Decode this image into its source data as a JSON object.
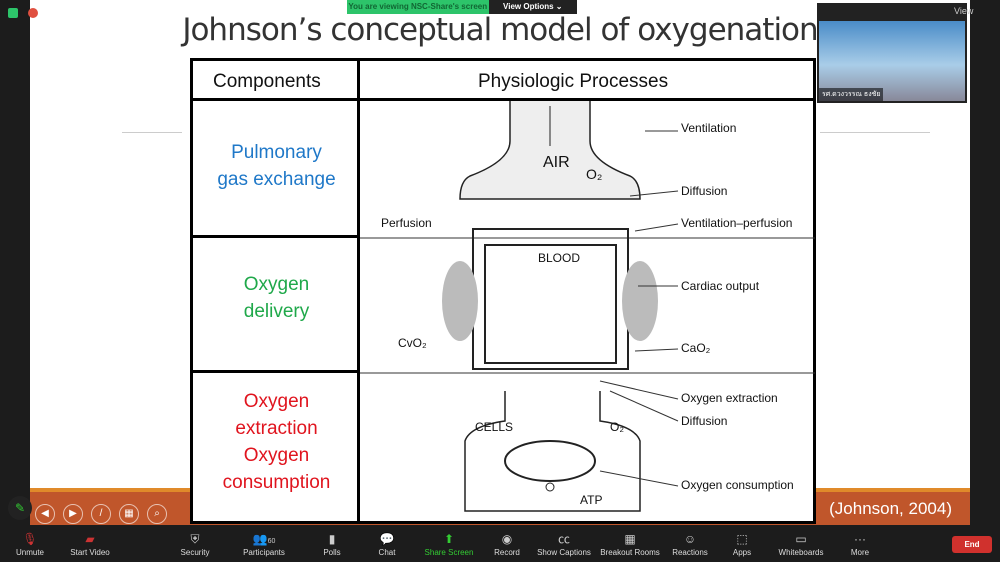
{
  "banner": {
    "viewing": "You are viewing NSC-Share's screen",
    "options": "View Options ⌄"
  },
  "slide": {
    "title": "Johnson’s conceptual model of oxygenation",
    "headers": {
      "components": "Components",
      "processes": "Physiologic Processes"
    },
    "components": [
      {
        "lines": [
          "Pulmonary",
          "gas exchange"
        ],
        "color": "#1f78c8"
      },
      {
        "lines": [
          "Oxygen",
          "delivery"
        ],
        "color": "#1fa84a"
      },
      {
        "lines": [
          "Oxygen",
          "extraction",
          "Oxygen",
          "consumption"
        ],
        "color": "#e0141e"
      }
    ],
    "diagram": {
      "air": "AIR",
      "o2": "O₂",
      "blood": "BLOOD",
      "cells": "CELLS",
      "o2b": "O₂",
      "atp": "ATP",
      "ventilation": "Ventilation",
      "diffusion": "Diffusion",
      "perfusion": "Perfusion",
      "vq": "Ventilation–perfusion",
      "cardiac": "Cardiac output",
      "cvo2": "CvO₂",
      "cao2": "CaO₂",
      "extraction": "Oxygen extraction",
      "diffusion2": "Diffusion",
      "consumption": "Oxygen consumption"
    },
    "citation": "(Johnson, 2004)"
  },
  "video": {
    "name": "รศ.ดวงวรรณ ธงชัย",
    "view": "View"
  },
  "toolbar": [
    "Unmute",
    "Start Video",
    "Security",
    "Participants",
    "Polls",
    "Chat",
    "Share Screen",
    "Record",
    "Show Captions",
    "Breakout Rooms",
    "Reactions",
    "Apps",
    "Whiteboards",
    "More"
  ],
  "participants_count": "60",
  "end": "End"
}
